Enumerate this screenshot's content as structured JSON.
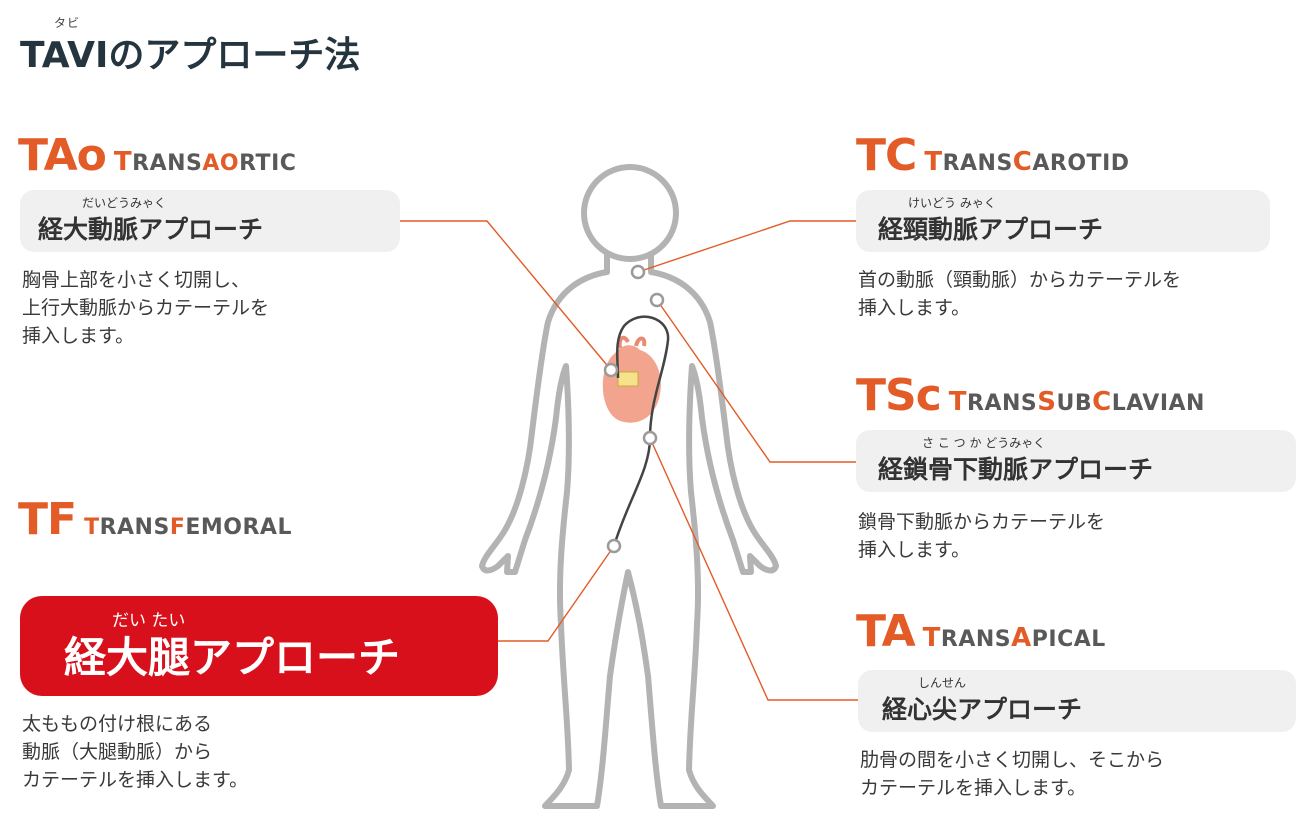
{
  "title": {
    "ruby": "タビ",
    "text": "TAVIのアプローチ法"
  },
  "approaches": {
    "tao": {
      "abbr": "TAo",
      "english": [
        "T",
        "RANS",
        "A",
        "O",
        "RTIC"
      ],
      "ruby": "だいどうみゃく",
      "label": "経大動脈アプローチ",
      "description": "胸骨上部を小さく切開し、\n上行大動脈からカテーテルを\n挿入します。"
    },
    "tc": {
      "abbr": "TC",
      "english": [
        "T",
        "RANS",
        "C",
        "AROTID"
      ],
      "ruby": "けいどう みゃく",
      "label": "経頸動脈アプローチ",
      "description": "首の動脈（頸動脈）からカテーテルを\n挿入します。"
    },
    "tsc": {
      "abbr": "TSc",
      "english": [
        "T",
        "RANS",
        "S",
        "UB",
        "C",
        "LAVIAN"
      ],
      "ruby": "さ こ つ か どうみゃく",
      "label": "経鎖骨下動脈アプローチ",
      "description": "鎖骨下動脈からカテーテルを\n挿入します。"
    },
    "tf": {
      "abbr": "TF",
      "english": [
        "T",
        "RANS",
        "F",
        "EMORAL"
      ],
      "ruby": "だい たい",
      "label": "経大腿アプローチ",
      "description": "太ももの付け根にある\n動脈（大腿動脈）から\nカテーテルを挿入します。"
    },
    "ta": {
      "abbr": "TA",
      "english": [
        "T",
        "RANS",
        "A",
        "PICAL"
      ],
      "ruby": "しんせん",
      "label": "経心尖アプローチ",
      "description": "肋骨の間を小さく切開し、そこから\nカテーテルを挿入します。"
    }
  },
  "colors": {
    "accent": "#e35b26",
    "highlight": "#d8101c",
    "pill": "#f0f0f0",
    "body_outline": "#b3b3b3",
    "heart": "#f2a48f"
  }
}
